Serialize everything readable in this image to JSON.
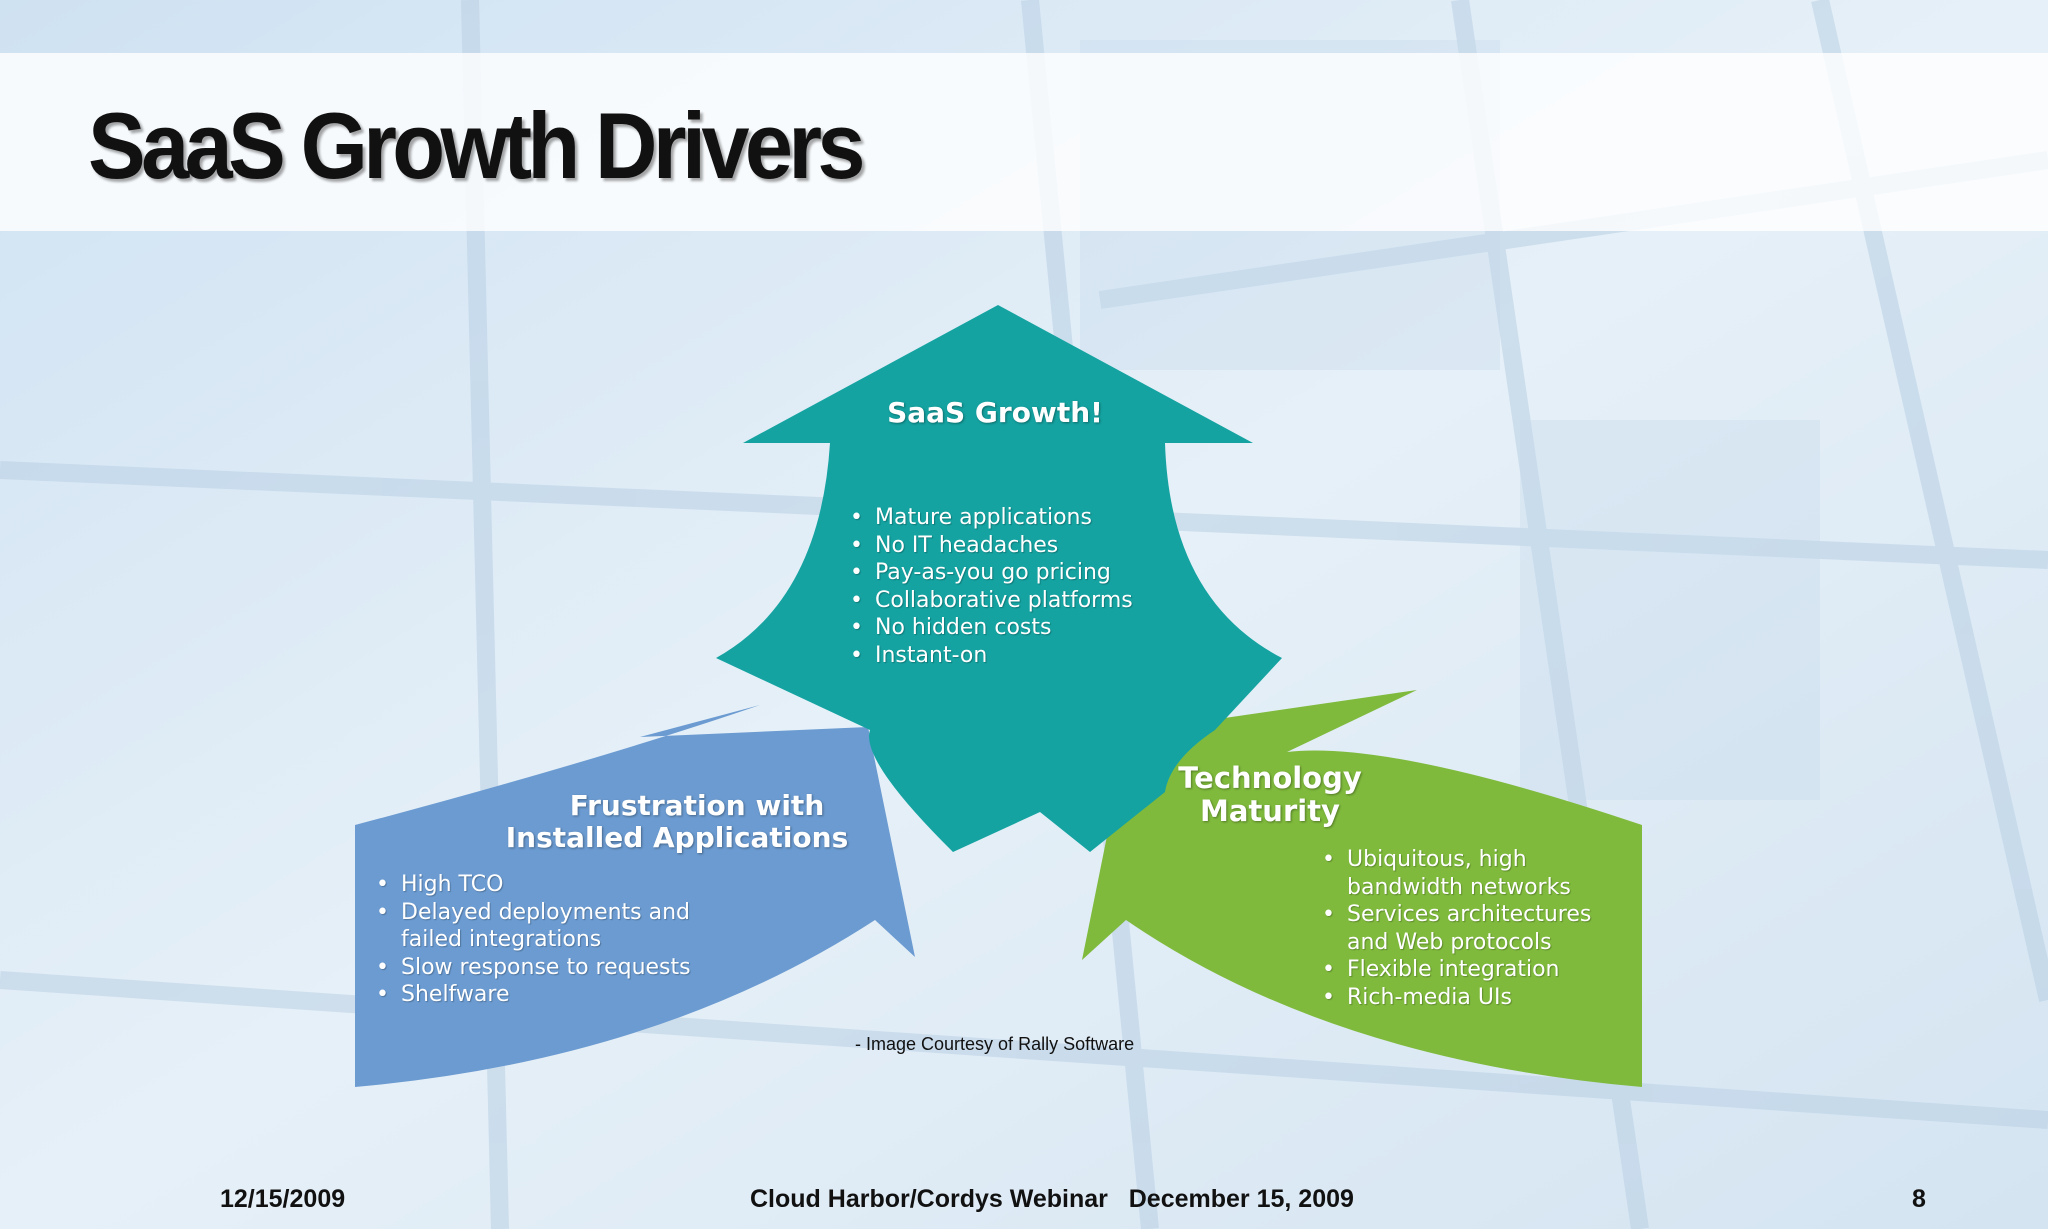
{
  "slide": {
    "title": "SaaS Growth Drivers",
    "courtesy": "- Image Courtesy of Rally Software",
    "footer": {
      "date": "12/15/2009",
      "event": "Cloud Harbor/Cordys Webinar   December 15, 2009",
      "page_number": "8"
    }
  },
  "diagram": {
    "center": {
      "title": "SaaS Growth!",
      "color": "#14a3a1",
      "bullets": [
        "Mature applications",
        "No IT headaches",
        "Pay-as-you go pricing",
        "Collaborative platforms",
        "No hidden costs",
        "Instant-on"
      ]
    },
    "left": {
      "title_line1": "Frustration with",
      "title_line2": "Installed Applications",
      "color": "#6b9bd1",
      "bullets": [
        "High TCO",
        "Delayed deployments and",
        "failed integrations",
        "Slow response to requests",
        "Shelfware"
      ]
    },
    "right": {
      "title_line1": "Technology",
      "title_line2": "Maturity",
      "color": "#7fba3c",
      "bullets": [
        "Ubiquitous, high",
        "bandwidth networks",
        "Services architectures",
        "and Web protocols",
        "Flexible integration",
        "Rich-media UIs"
      ]
    }
  }
}
